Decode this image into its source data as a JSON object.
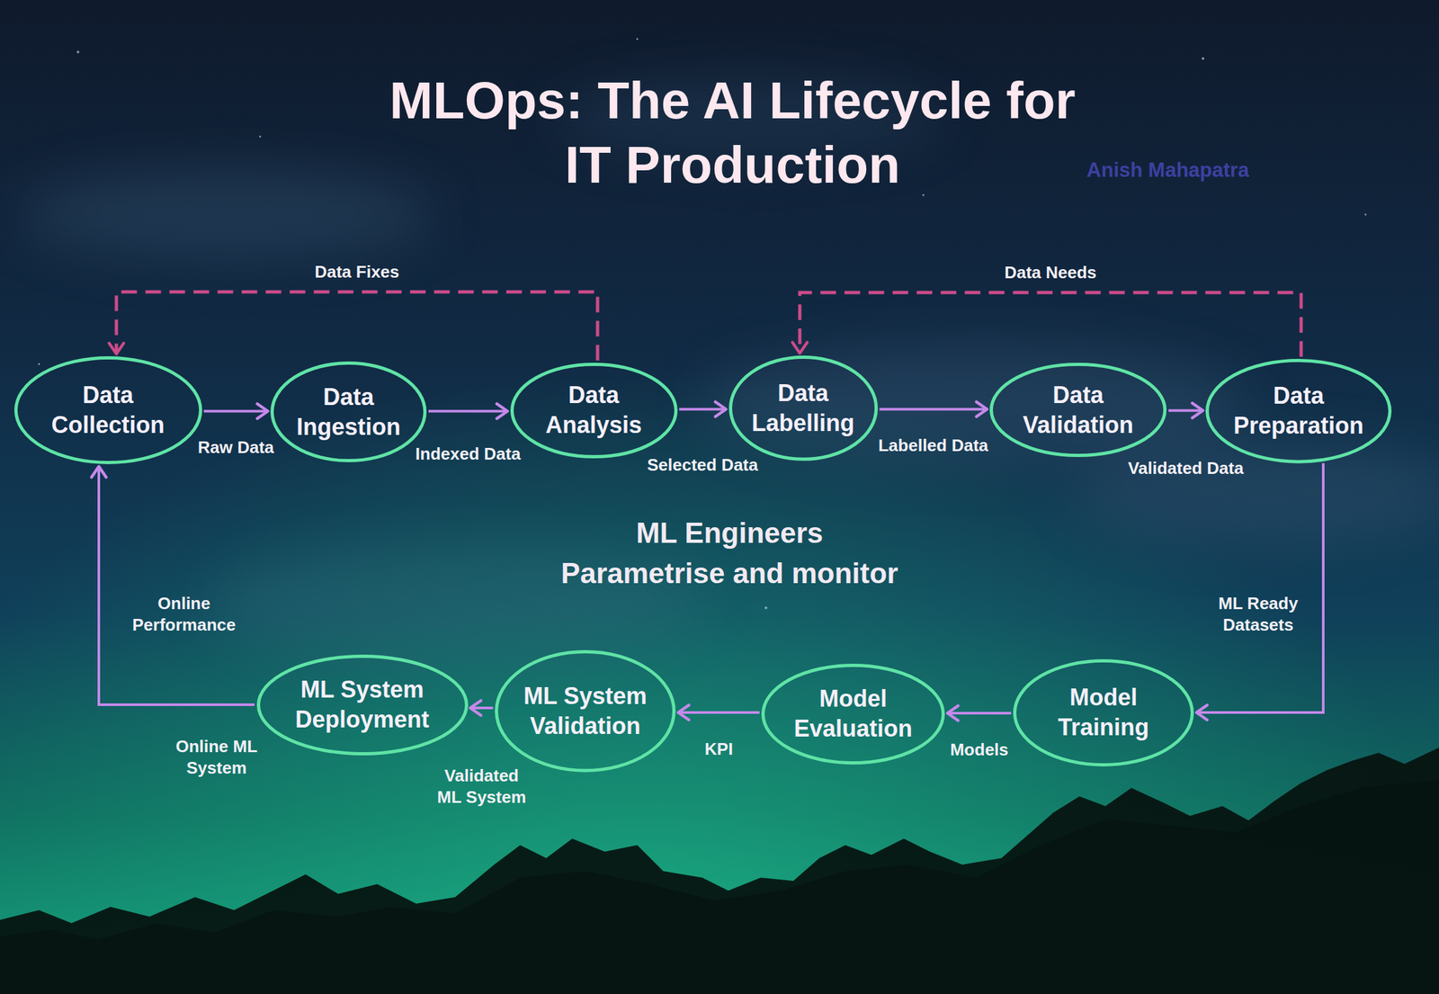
{
  "diagram": {
    "title": "MLOps: The AI Lifecycle for IT Production",
    "nodes": [
      {
        "text": [
          "Data Collection"
        ]
      },
      {
        "text": [
          "Data Ingestion"
        ]
      },
      {
        "text": [
          "Data Analysis"
        ]
      },
      {
        "text": [
          "Data Labelling"
        ]
      },
      {
        "text": [
          "Data Validation"
        ]
      },
      {
        "text": [
          "Data Preparation"
        ]
      },
      {
        "text": [
          "ML System Deployment"
        ]
      },
      {
        "text": [
          "ML System Validation"
        ]
      },
      {
        "text": [
          "Model Evaluation"
        ]
      },
      {
        "text": [
          "Model Training"
        ]
      }
    ],
    "edges": [
      {
        "from": 0,
        "to": 1,
        "label": "Raw Data",
        "arrow": "to"
      },
      {
        "from": 1,
        "to": 2,
        "label": "Indexed Data",
        "arrow": "to"
      },
      {
        "from": 2,
        "to": 3,
        "label": "Selected Data",
        "arrow": "to"
      },
      {
        "from": 3,
        "to": 4,
        "label": "Labelled Data",
        "arrow": "to"
      },
      {
        "from": 4,
        "to": 5,
        "label": "Validated Data",
        "arrow": "to"
      },
      {
        "from": 5,
        "to": 9,
        "label": "ML Ready Datasets",
        "arrow": "to"
      },
      {
        "from": 9,
        "to": 8,
        "label": "Models",
        "arrow": "to"
      },
      {
        "from": 8,
        "to": 7,
        "label": "KPI",
        "arrow": "to"
      },
      {
        "from": 7,
        "to": 6,
        "label": "Validated ML System",
        "arrow": "to"
      },
      {
        "from": 6,
        "to": 0,
        "label": "Online ML System",
        "arrow": "to"
      },
      {
        "from": 2,
        "to": 0,
        "label": "Data Fixes",
        "arrow": "to"
      },
      {
        "from": 5,
        "to": 3,
        "label": "Data Needs",
        "arrow": "to"
      }
    ],
    "labels": [
      "Anish Mahapatra",
      "ML Engineers",
      "Parametrise and monitor",
      "Online Performance"
    ]
  }
}
